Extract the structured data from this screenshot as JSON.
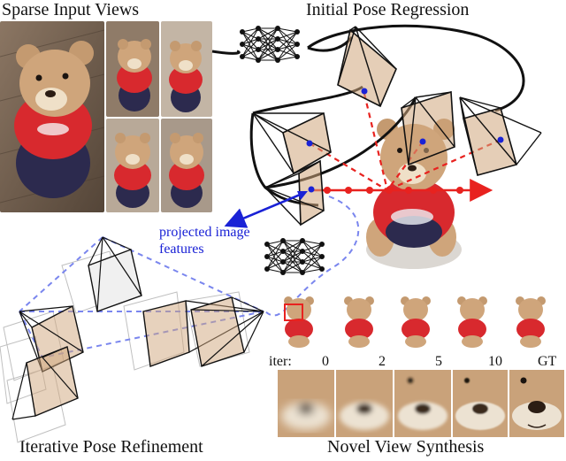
{
  "titles": {
    "sparse_input": "Sparse Input Views",
    "initial_pose": "Initial Pose Regression",
    "iterative": "Iterative Pose Refinement",
    "novel_view": "Novel View Synthesis"
  },
  "annotation": {
    "line1": "projected image",
    "line2": "features"
  },
  "iterations": {
    "prefix": "iter:",
    "values": [
      "0",
      "2",
      "5",
      "10",
      "GT"
    ]
  },
  "colors": {
    "ray": "#e8221f",
    "feature": "#1a22d6",
    "dashed": "#7a86ee",
    "bear": "#c9a27a",
    "shirt": "#d82a2f",
    "floor": "#6b5a4a"
  },
  "icons": [
    "neural-network-icon"
  ]
}
